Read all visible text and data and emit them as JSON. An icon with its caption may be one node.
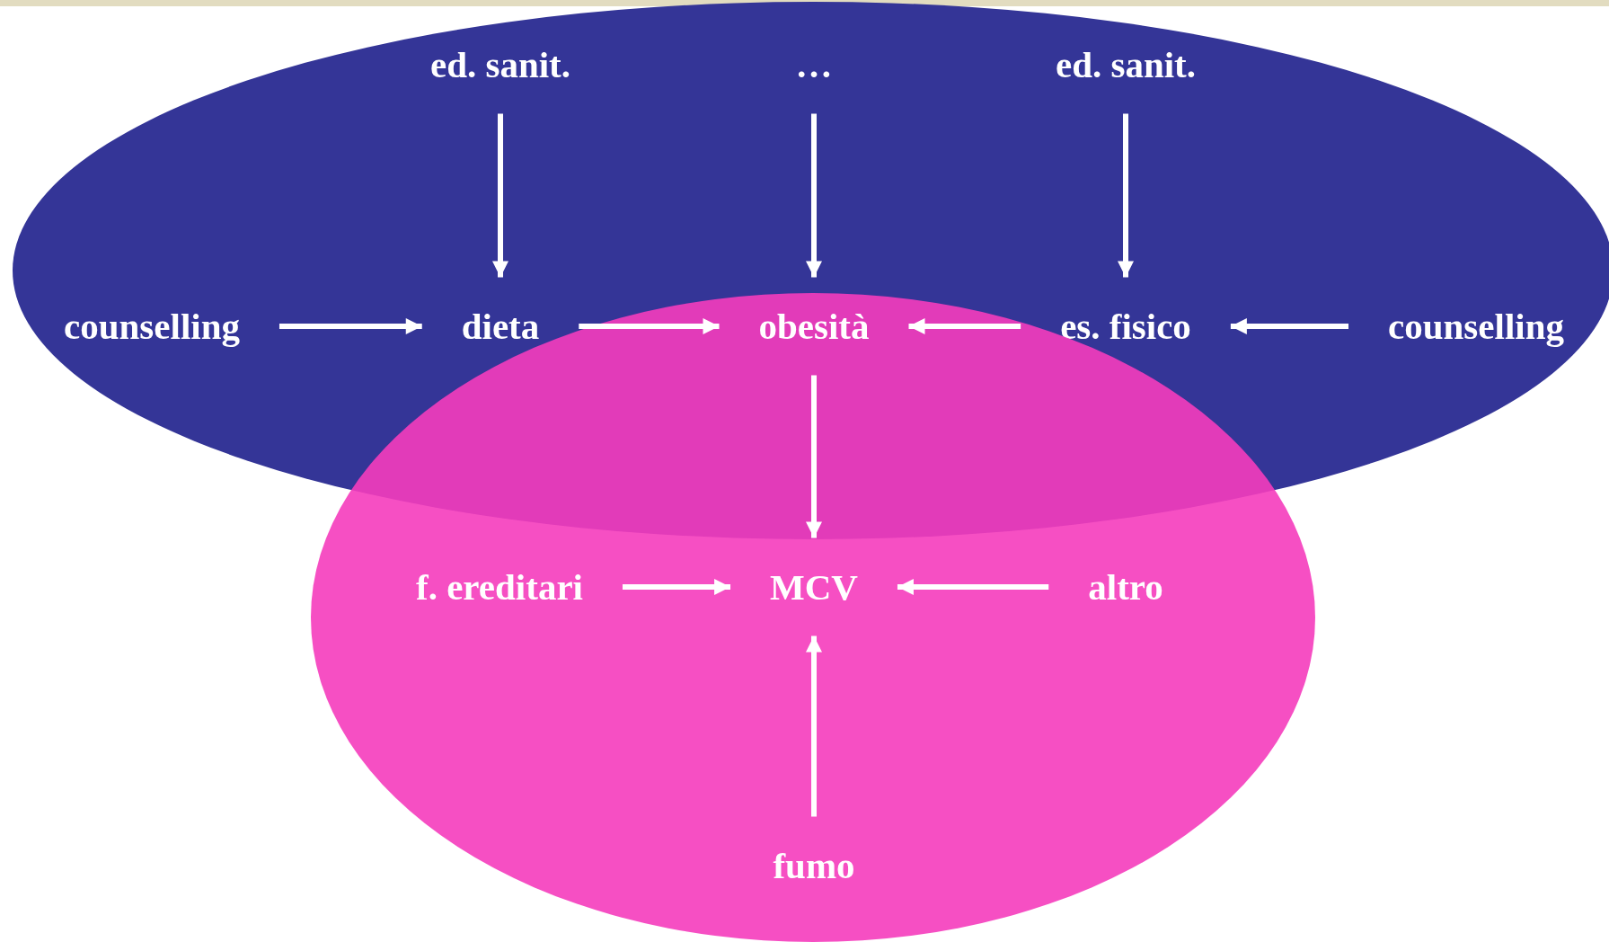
{
  "diagram": {
    "nodes": [
      {
        "text": [],
        "shape": "ellipse"
      },
      {
        "text": [],
        "shape": "ellipse"
      },
      {
        "text": [
          "ed. sanit."
        ],
        "in": 0
      },
      {
        "text": [
          "…"
        ],
        "in": 0
      },
      {
        "text": [
          "ed. sanit."
        ],
        "in": 0
      },
      {
        "text": [
          "counselling"
        ],
        "in": 0
      },
      {
        "text": [
          "dieta"
        ],
        "in": 0
      },
      {
        "text": [
          "obesità"
        ]
      },
      {
        "text": [
          "es. fisico"
        ],
        "in": 0
      },
      {
        "text": [
          "counselling"
        ],
        "in": 0
      },
      {
        "text": [
          "f. ereditari"
        ],
        "in": 1
      },
      {
        "text": [
          "MCV"
        ],
        "in": 1
      },
      {
        "text": [
          "altro"
        ],
        "in": 1
      },
      {
        "text": [
          "fumo"
        ],
        "in": 1
      }
    ],
    "edges": [
      {
        "from": 2,
        "to": 6,
        "arrow": "to"
      },
      {
        "from": 3,
        "to": 7,
        "arrow": "to"
      },
      {
        "from": 4,
        "to": 8,
        "arrow": "to"
      },
      {
        "from": 5,
        "to": 6,
        "arrow": "to"
      },
      {
        "from": 6,
        "to": 7,
        "arrow": "to"
      },
      {
        "from": 8,
        "to": 7,
        "arrow": "to"
      },
      {
        "from": 9,
        "to": 8,
        "arrow": "to"
      },
      {
        "from": 7,
        "to": 11,
        "arrow": "to"
      },
      {
        "from": 10,
        "to": 11,
        "arrow": "to"
      },
      {
        "from": 12,
        "to": 11,
        "arrow": "to"
      },
      {
        "from": 13,
        "to": 11,
        "arrow": "to"
      }
    ]
  }
}
